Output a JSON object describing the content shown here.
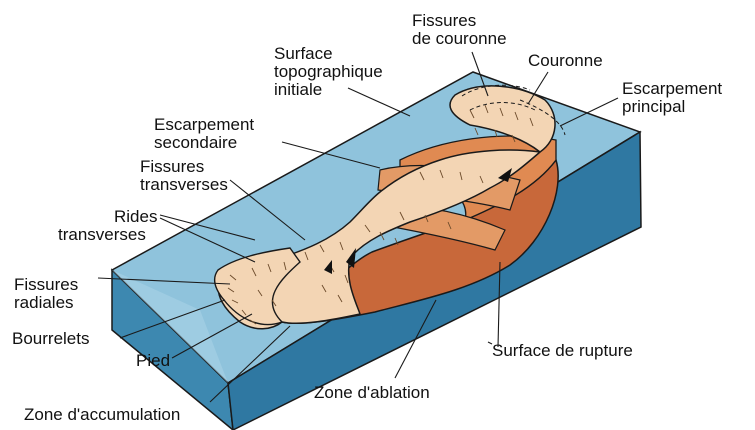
{
  "diagram": {
    "labels": {
      "surface_topo": [
        "Surface",
        "topographique",
        "initiale"
      ],
      "fissures_couronne": [
        "Fissures",
        "de couronne"
      ],
      "couronne": "Couronne",
      "escarpement_principal": [
        "Escarpement",
        "principal"
      ],
      "escarpement_secondaire": [
        "Escarpement",
        "secondaire"
      ],
      "fissures_transverses": [
        "Fissures",
        "transverses"
      ],
      "rides_transverses": [
        "Rides",
        "transverses"
      ],
      "fissures_radiales": [
        "Fissures",
        "radiales"
      ],
      "bourrelets": "Bourrelets",
      "pied": "Pied",
      "zone_accumulation": "Zone d'accumulation",
      "zone_ablation": "Zone d'ablation",
      "surface_rupture": "Surface de rupture"
    },
    "colors": {
      "block_top": "#8fc3dc",
      "block_front": "#3d88b0",
      "block_side": "#2f78a2",
      "displaced_material": "#f3d5b4",
      "rupture_surface": "#c8683a",
      "scarp": "#e08a52",
      "outline": "#1a1a1a"
    }
  }
}
